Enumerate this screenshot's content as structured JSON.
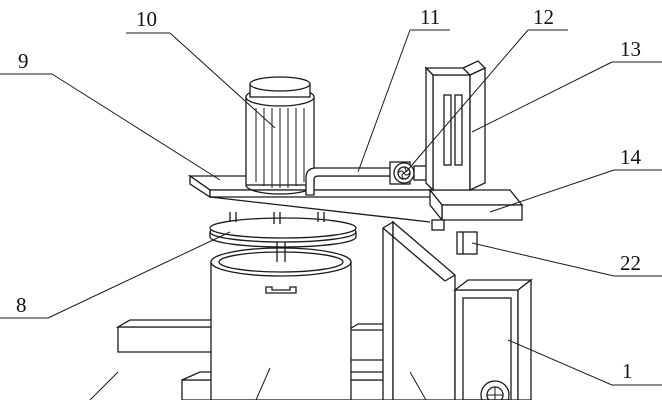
{
  "diagram": {
    "labels": {
      "l10": "10",
      "l11": "11",
      "l12": "12",
      "l9": "9",
      "l13": "13",
      "l14": "14",
      "l22": "22",
      "l8": "8",
      "l1": "1"
    },
    "line_color": "#1a1a1a",
    "background": "#ffffff"
  }
}
